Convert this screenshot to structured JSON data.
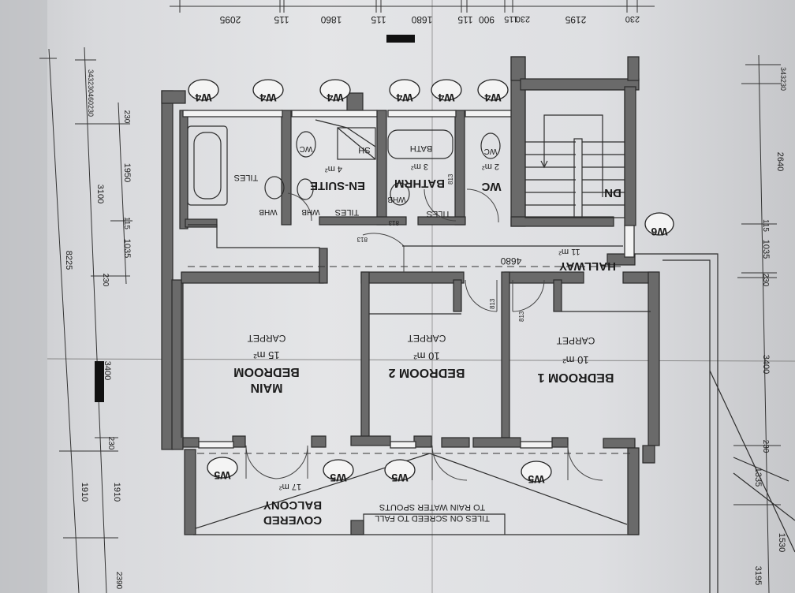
{
  "rooms": {
    "main_bedroom": {
      "line1": "MAIN",
      "line2": "BEDROOM",
      "area": "15 m²",
      "floor": "CARPET"
    },
    "bedroom2": {
      "name": "BEDROOM 2",
      "area": "10 m²",
      "floor": "CARPET"
    },
    "bedroom1": {
      "name": "BEDROOM 1",
      "area": "10 m²",
      "floor": "CARPET"
    },
    "hallway": {
      "name": "HALLWAY",
      "area": "11 m²",
      "dim": "4680"
    },
    "ensuite": {
      "name": "EN-SUITE",
      "area": "4 m²",
      "floor": "TILES",
      "sh": "SH",
      "wc": "WC",
      "whb": "WHB"
    },
    "bathrm": {
      "name": "BATHRM",
      "area": "3 m²",
      "floor": "TILES",
      "bath": "BATH",
      "whb": "WHB"
    },
    "wc": {
      "name": "WC",
      "area": "2 m²",
      "wc": "WC"
    },
    "main_bath": {
      "floor": "TILES",
      "whb": "WHB"
    },
    "balcony": {
      "line1": "COVERED",
      "line2": "BALCONY",
      "area": "17 m²",
      "note1": "TILES ON SCREED TO FALL",
      "note2": "TO RAIN WATER SPOUTS"
    },
    "stair": {
      "label": "DN"
    }
  },
  "windows": {
    "w4": [
      "W4",
      "W4",
      "W4",
      "W4",
      "W4",
      "W4"
    ],
    "w5": [
      "W5",
      "W5",
      "W5",
      "W5"
    ],
    "w6": "W6"
  },
  "door_widths": [
    "813",
    "813",
    "813",
    "813",
    "813"
  ],
  "dims_top": [
    "2095",
    "115",
    "1860",
    "115",
    "1680",
    "115",
    "900",
    "115",
    "230",
    "2195",
    "230"
  ],
  "dims_left": {
    "outer": "8225",
    "mid": "3100",
    "a": "1950",
    "b": "115",
    "c": "1035",
    "d": "230",
    "e": "3400",
    "f": "230",
    "g": "1910",
    "h": "1910",
    "i": "230",
    "stack": "343230460230"
  },
  "dims_right": {
    "a": "343230",
    "b": "2640",
    "c": "115",
    "d": "1035",
    "e": "230",
    "f": "3400",
    "g": "230",
    "h": "1335",
    "i": "1530",
    "j": "3195"
  },
  "dims_bottom_left": "2390",
  "colors": {
    "wall": "#6a6a6a",
    "line": "#2d2d2d",
    "paper": "#e4e5e7"
  }
}
